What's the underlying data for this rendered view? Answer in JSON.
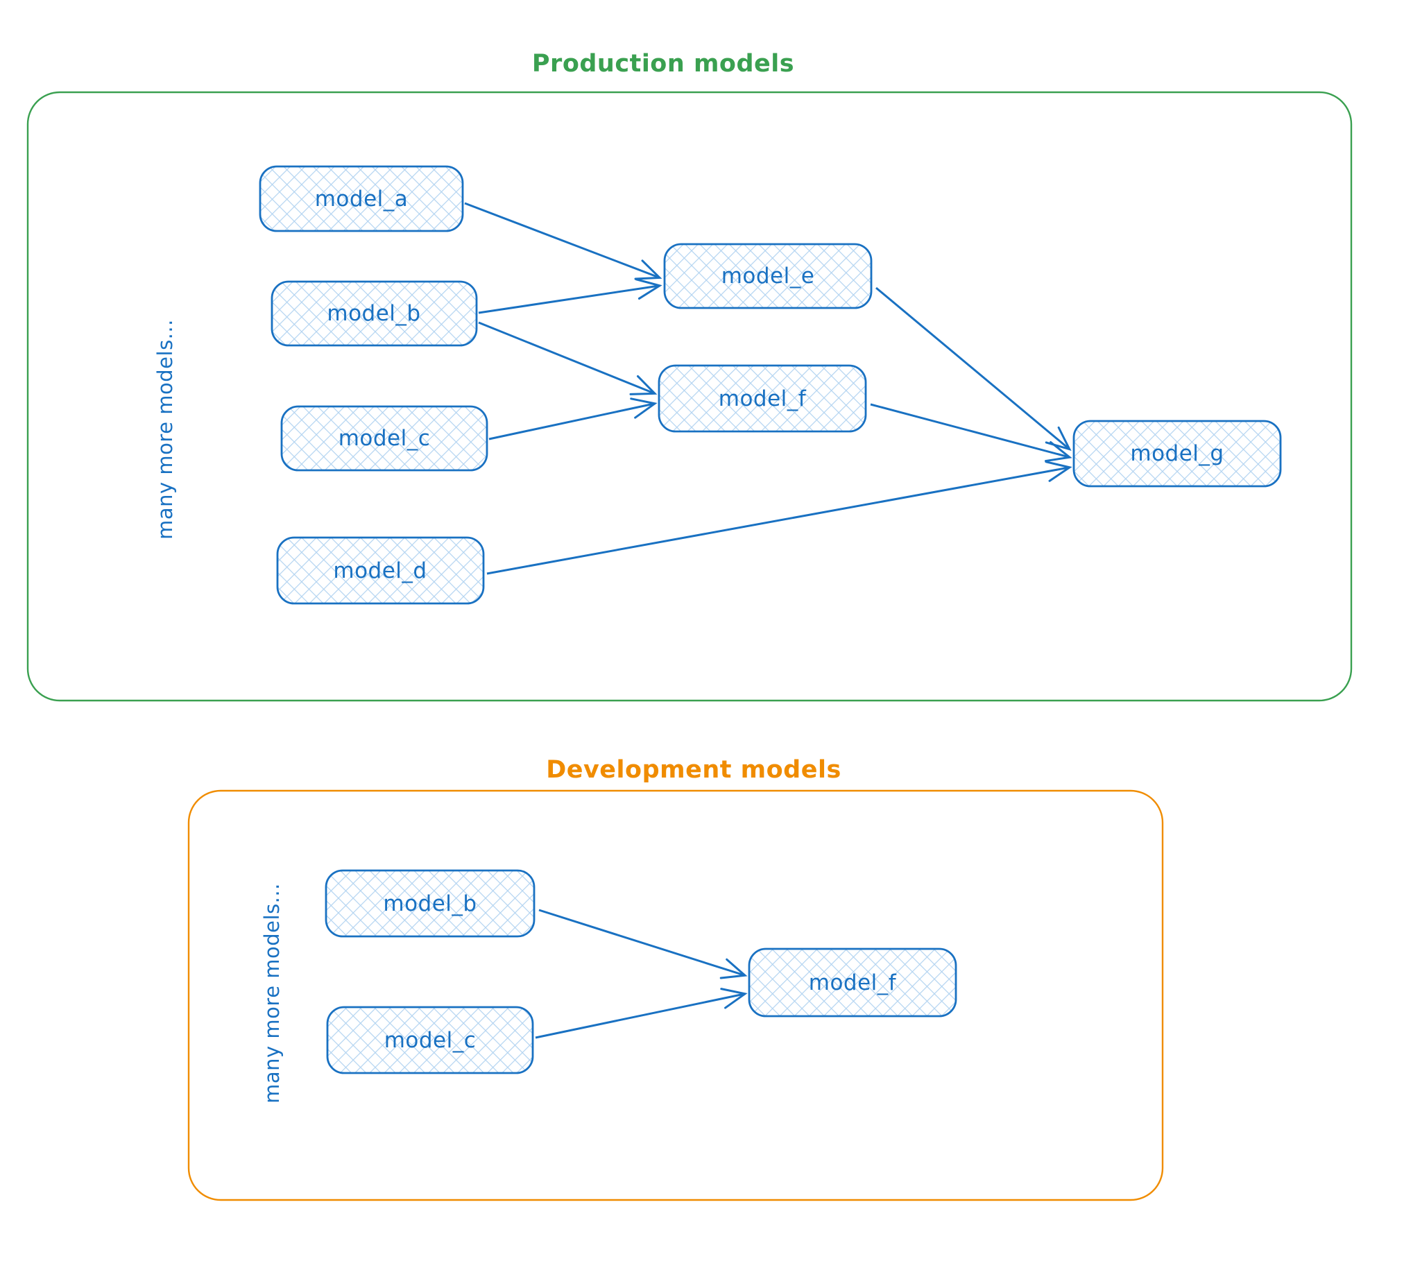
{
  "colors": {
    "node_stroke": "#1971c2",
    "node_hatch_fill": "#b3d4f1",
    "node_label_text": "#1971c2",
    "arrow": "#1971c2",
    "production_accent": "#3aa050",
    "development_accent": "#f08c00"
  },
  "production": {
    "title": "Production models",
    "side_label": "many more models...",
    "nodes": [
      {
        "id": "model_a",
        "label": "model_a"
      },
      {
        "id": "model_b",
        "label": "model_b"
      },
      {
        "id": "model_c",
        "label": "model_c"
      },
      {
        "id": "model_d",
        "label": "model_d"
      },
      {
        "id": "model_e",
        "label": "model_e"
      },
      {
        "id": "model_f",
        "label": "model_f"
      },
      {
        "id": "model_g",
        "label": "model_g"
      }
    ],
    "edges": [
      {
        "from": "model_a",
        "to": "model_e"
      },
      {
        "from": "model_b",
        "to": "model_e"
      },
      {
        "from": "model_b",
        "to": "model_f"
      },
      {
        "from": "model_c",
        "to": "model_f"
      },
      {
        "from": "model_e",
        "to": "model_g"
      },
      {
        "from": "model_f",
        "to": "model_g"
      },
      {
        "from": "model_d",
        "to": "model_g"
      }
    ]
  },
  "development": {
    "title": "Development models",
    "side_label": "many more models...",
    "nodes": [
      {
        "id": "model_b",
        "label": "model_b"
      },
      {
        "id": "model_c",
        "label": "model_c"
      },
      {
        "id": "model_f",
        "label": "model_f"
      }
    ],
    "edges": [
      {
        "from": "model_b",
        "to": "model_f"
      },
      {
        "from": "model_c",
        "to": "model_f"
      }
    ]
  }
}
